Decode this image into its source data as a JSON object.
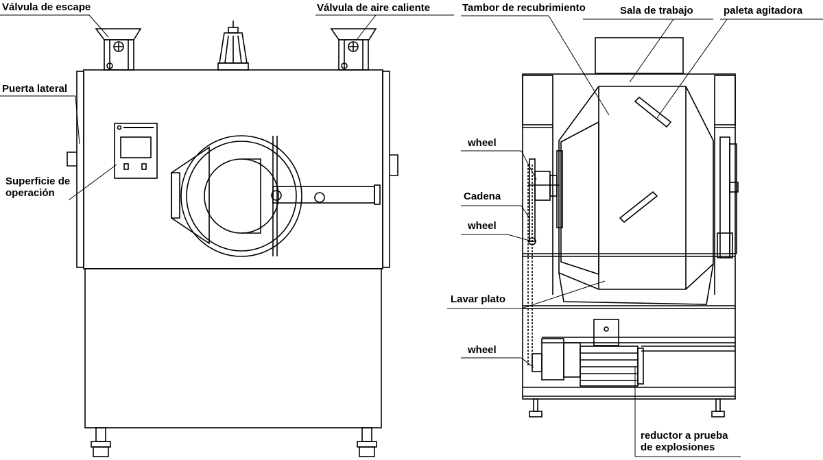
{
  "labels": {
    "valvula_escape": "Válvula de escape",
    "valvula_aire_caliente": "Válvula de aire caliente",
    "puerta_lateral": "Puerta lateral",
    "superficie_operacion_1": "Superficie de",
    "superficie_operacion_2": "operación",
    "tambor_recubrimiento": "Tambor de recubrimiento",
    "sala_trabajo": "Sala de trabajo",
    "paleta_agitadora": "paleta agitadora",
    "wheel_top": "wheel",
    "cadena": "Cadena",
    "wheel_mid": "wheel",
    "lavar_plato": "Lavar plato",
    "wheel_bottom": "wheel",
    "reductor_1": "reductor a prueba",
    "reductor_2": "de explosiones"
  },
  "colors": {
    "line": "#000000",
    "background": "#ffffff"
  }
}
